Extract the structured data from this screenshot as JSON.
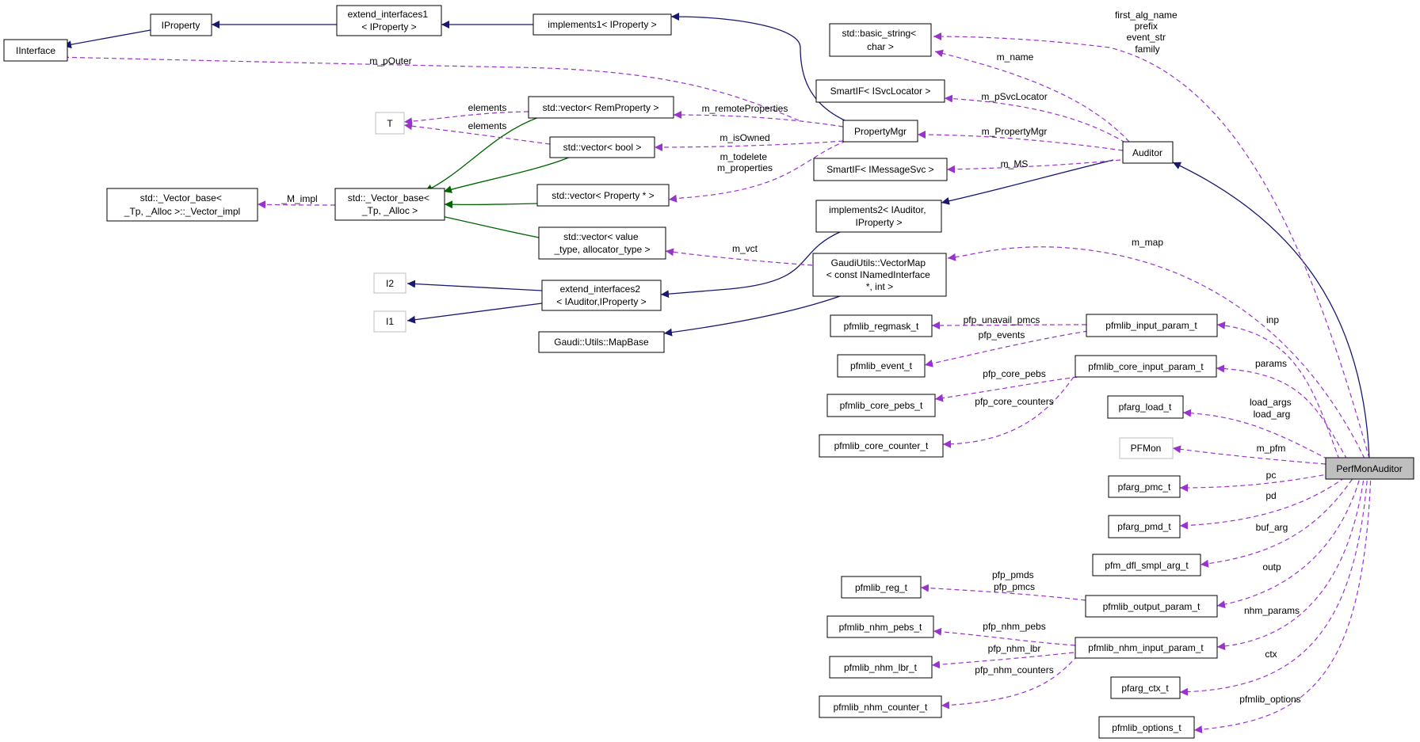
{
  "diagram": {
    "nodes": {
      "iinterface": "IInterface",
      "iproperty": "IProperty",
      "extend_interfaces1": [
        "extend_interfaces1",
        "< IProperty >"
      ],
      "implements1": "implements1< IProperty >",
      "basic_string": [
        "std::basic_string<",
        "char >"
      ],
      "smartif_isvclocator": "SmartIF< ISvcLocator >",
      "t": "T",
      "vector_remproperty": "std::vector< RemProperty >",
      "propertymgr": "PropertyMgr",
      "vector_bool": "std::vector< bool >",
      "auditor": "Auditor",
      "smartif_imessagesvc": "SmartIF< IMessageSvc >",
      "vector_base_impl": [
        "std::_Vector_base<",
        "_Tp, _Alloc >::_Vector_impl"
      ],
      "vector_base": [
        "std::_Vector_base<",
        "_Tp, _Alloc >"
      ],
      "vector_property_ptr": "std::vector< Property * >",
      "implements2": [
        "implements2< IAuditor,",
        "IProperty >"
      ],
      "vector_value_type": [
        "std::vector< value",
        "_type, allocator_type >"
      ],
      "vectormap": [
        "GaudiUtils::VectorMap",
        "< const INamedInterface",
        "*, int >"
      ],
      "i2": "I2",
      "extend_interfaces2": [
        "extend_interfaces2",
        "< IAuditor,IProperty >"
      ],
      "i1": "I1",
      "mapbase": "Gaudi::Utils::MapBase",
      "pfmlib_regmask_t": "pfmlib_regmask_t",
      "pfmlib_input_param_t": "pfmlib_input_param_t",
      "pfmlib_event_t": "pfmlib_event_t",
      "pfmlib_core_input_param_t": "pfmlib_core_input_param_t",
      "pfmlib_core_pebs_t": "pfmlib_core_pebs_t",
      "pfarg_load_t": "pfarg_load_t",
      "pfmlib_core_counter_t": "pfmlib_core_counter_t",
      "pfmon": "PFMon",
      "perfmonauditor": "PerfMonAuditor",
      "pfarg_pmc_t": "pfarg_pmc_t",
      "pfarg_pmd_t": "pfarg_pmd_t",
      "pfm_dfl_smpl_arg_t": "pfm_dfl_smpl_arg_t",
      "pfmlib_reg_t": "pfmlib_reg_t",
      "pfmlib_output_param_t": "pfmlib_output_param_t",
      "pfmlib_nhm_pebs_t": "pfmlib_nhm_pebs_t",
      "pfmlib_nhm_input_param_t": "pfmlib_nhm_input_param_t",
      "pfmlib_nhm_lbr_t": "pfmlib_nhm_lbr_t",
      "pfarg_ctx_t": "pfarg_ctx_t",
      "pfmlib_nhm_counter_t": "pfmlib_nhm_counter_t",
      "pfmlib_options_t": "pfmlib_options_t"
    },
    "edges": {
      "first_alg_name": [
        "first_alg_name",
        "prefix",
        "event_str",
        "family"
      ],
      "m_name": [
        "m_name"
      ],
      "m_pOuter": [
        "m_pOuter"
      ],
      "m_pSvcLocator": [
        "m_pSvcLocator"
      ],
      "elements_1": [
        "elements"
      ],
      "elements_2": [
        "elements"
      ],
      "m_remoteProperties": [
        "m_remoteProperties"
      ],
      "m_PropertyMgr": [
        "m_PropertyMgr"
      ],
      "m_isOwned": [
        "m_isOwned"
      ],
      "m_todelete": [
        "m_todelete",
        "m_properties"
      ],
      "m_MS": [
        "m_MS"
      ],
      "m_impl": [
        "_M_impl"
      ],
      "m_vct": [
        "m_vct"
      ],
      "m_map": [
        "m_map"
      ],
      "pfp_unavail_pmcs": [
        "pfp_unavail_pmcs"
      ],
      "pfp_events": [
        "pfp_events"
      ],
      "inp": [
        "inp"
      ],
      "params": [
        "params"
      ],
      "pfp_core_pebs": [
        "pfp_core_pebs"
      ],
      "pfp_core_counters": [
        "pfp_core_counters"
      ],
      "load_args": [
        "load_args",
        "load_arg"
      ],
      "m_pfm": [
        "m_pfm"
      ],
      "pc": [
        "pc"
      ],
      "pd": [
        "pd"
      ],
      "buf_arg": [
        "buf_arg"
      ],
      "outp": [
        "outp"
      ],
      "pfp_pmds": [
        "pfp_pmds",
        "pfp_pmcs"
      ],
      "nhm_params": [
        "nhm_params"
      ],
      "pfp_nhm_pebs": [
        "pfp_nhm_pebs"
      ],
      "pfp_nhm_lbr": [
        "pfp_nhm_lbr"
      ],
      "pfp_nhm_counters": [
        "pfp_nhm_counters"
      ],
      "ctx": [
        "ctx"
      ],
      "pfmlib_options": [
        "pfmlib_options"
      ]
    }
  },
  "colors": {
    "inheritance": "#191970",
    "template_inheritance": "#006400",
    "usage": "#9a32cd",
    "focus_fill": "#bfbfbf",
    "ghost_border": "#bfbfbf"
  }
}
